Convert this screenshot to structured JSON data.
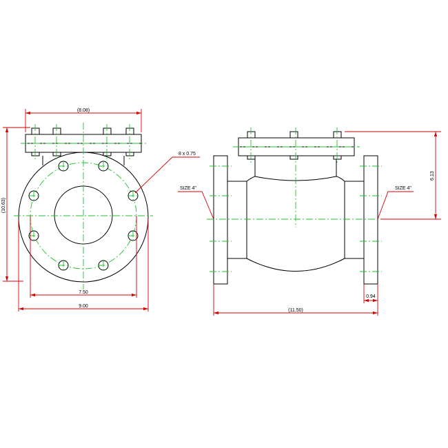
{
  "colors": {
    "object_line": "#000000",
    "center_line": "#1fbf2a",
    "dimension_line": "#d40000",
    "background": "#ffffff"
  },
  "front_view": {
    "dim_top_width": "(8.08)",
    "dim_total_height": "(10.63)",
    "dim_bolt_circle": "7.50",
    "dim_flange_od": "9.00",
    "bolt_callout": "8 x 0.75"
  },
  "side_view": {
    "size_left": "SIZE 4\"",
    "size_right": "SIZE 4\"",
    "dim_height": "6.13",
    "dim_flange_thk": "0.94",
    "dim_length": "(11.50)"
  }
}
